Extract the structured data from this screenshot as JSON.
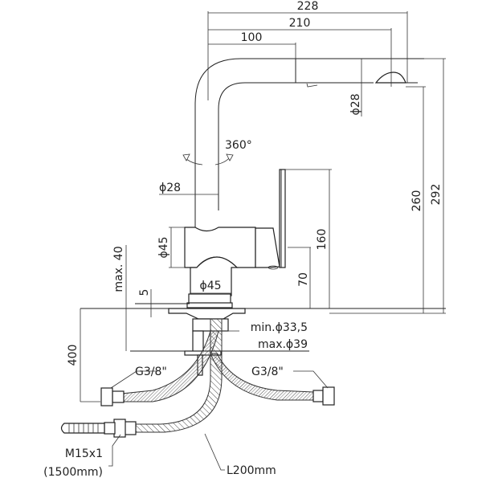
{
  "title": "Kitchen mixer with pull-out spout — dimensional drawing",
  "units": "mm",
  "dimensions": {
    "overall_reach": "228",
    "spout_reach": "210",
    "pullout_start": "100",
    "spout_diameter": "ϕ28",
    "swivel": "360°",
    "column_diameter": "ϕ28",
    "body_diameter": "ϕ45",
    "base_diameter": "ϕ45",
    "overall_height": "292",
    "spout_outlet_height": "260",
    "lever_height": "160",
    "body_height": "70",
    "max_deck_thickness": "max. 40",
    "base_gasket": "5",
    "hose_length_drop": "400",
    "hole_min": "min.ϕ33,5",
    "hole_max": "max.ϕ39"
  },
  "connections": {
    "left_hose_thread": "G3/8\"",
    "right_hose_thread": "G3/8\"",
    "pullout_hose_thread": "M15x1",
    "pullout_hose_length": "(1500mm)",
    "hose_length": "L200mm"
  }
}
